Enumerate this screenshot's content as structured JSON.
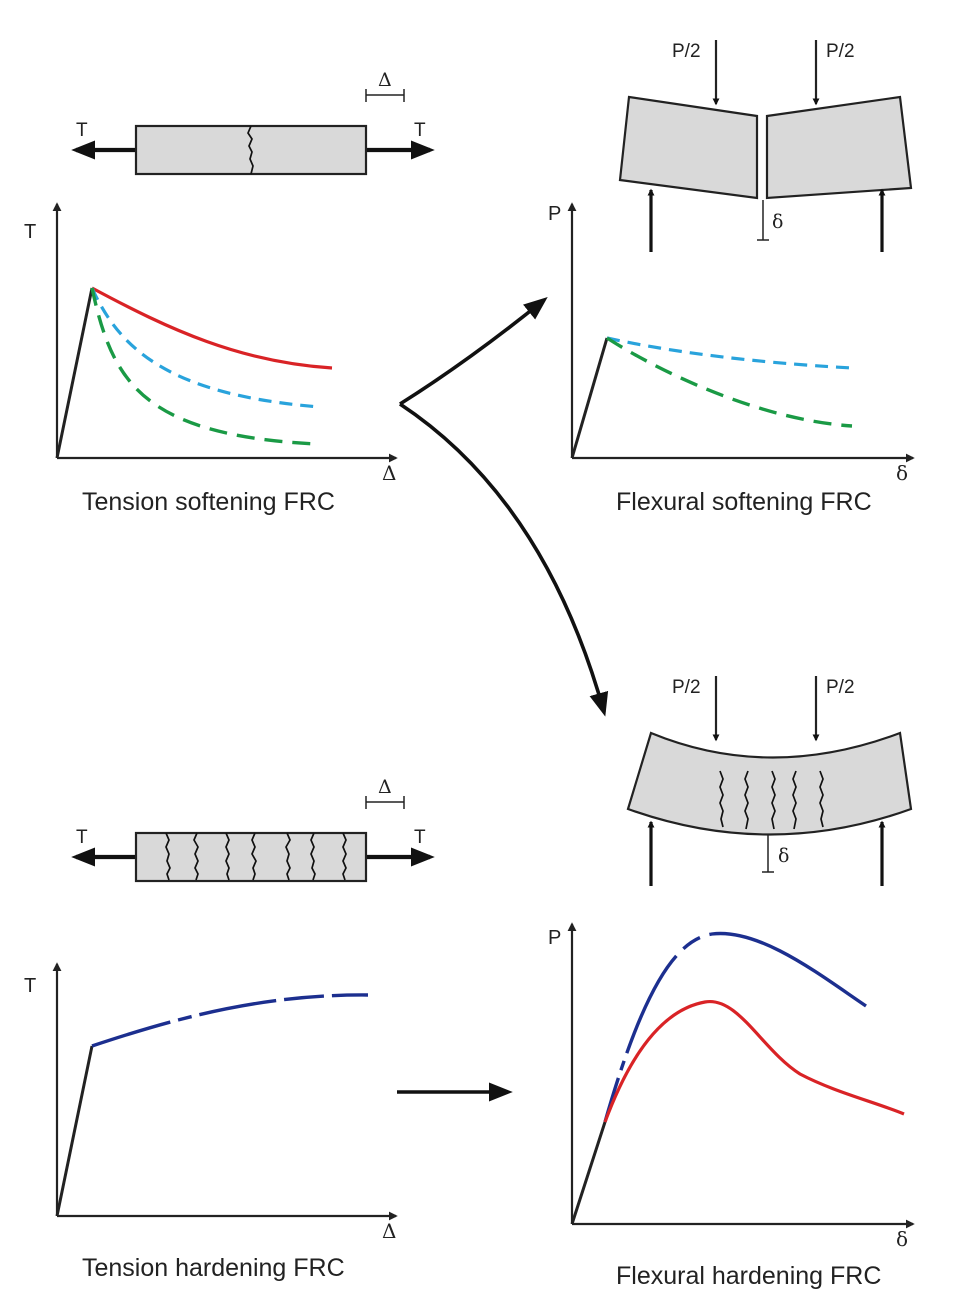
{
  "colors": {
    "ink": "#222222",
    "specimen_fill": "#d9d9d9",
    "red": "#d92326",
    "light_blue": "#29a3dc",
    "green": "#1a9a45",
    "dark_blue": "#1c2f8f"
  },
  "symbols": {
    "tension": "T",
    "load": "P",
    "half_load": "P/2",
    "elongation": "Δ",
    "deflection": "δ"
  },
  "panels": {
    "tension_softening": {
      "caption": "Tension softening FRC",
      "y_axis": "T",
      "x_axis": "Δ",
      "specimen_left_force": "T",
      "specimen_right_force": "T",
      "specimen_elongation": "Δ",
      "curves": [
        {
          "color": "red",
          "style": "solid"
        },
        {
          "color": "light_blue",
          "style": "dashed"
        },
        {
          "color": "green",
          "style": "dashed"
        }
      ]
    },
    "flexural_softening": {
      "caption": "Flexural softening FRC",
      "y_axis": "P",
      "x_axis": "δ",
      "left_load": "P/2",
      "right_load": "P/2",
      "beam_deflection": "δ",
      "curves": [
        {
          "color": "light_blue",
          "style": "dashed"
        },
        {
          "color": "green",
          "style": "dashed"
        }
      ]
    },
    "tension_hardening": {
      "caption": "Tension hardening FRC",
      "y_axis": "T",
      "x_axis": "Δ",
      "specimen_left_force": "T",
      "specimen_right_force": "T",
      "specimen_elongation": "Δ",
      "curves": [
        {
          "color": "dark_blue",
          "style": "dash-dot"
        }
      ]
    },
    "flexural_hardening": {
      "caption": "Flexural hardening FRC",
      "y_axis": "P",
      "x_axis": "δ",
      "left_load": "P/2",
      "right_load": "P/2",
      "beam_deflection": "δ",
      "curves": [
        {
          "color": "dark_blue",
          "style": "dash-dot"
        },
        {
          "color": "red",
          "style": "solid"
        }
      ]
    }
  }
}
